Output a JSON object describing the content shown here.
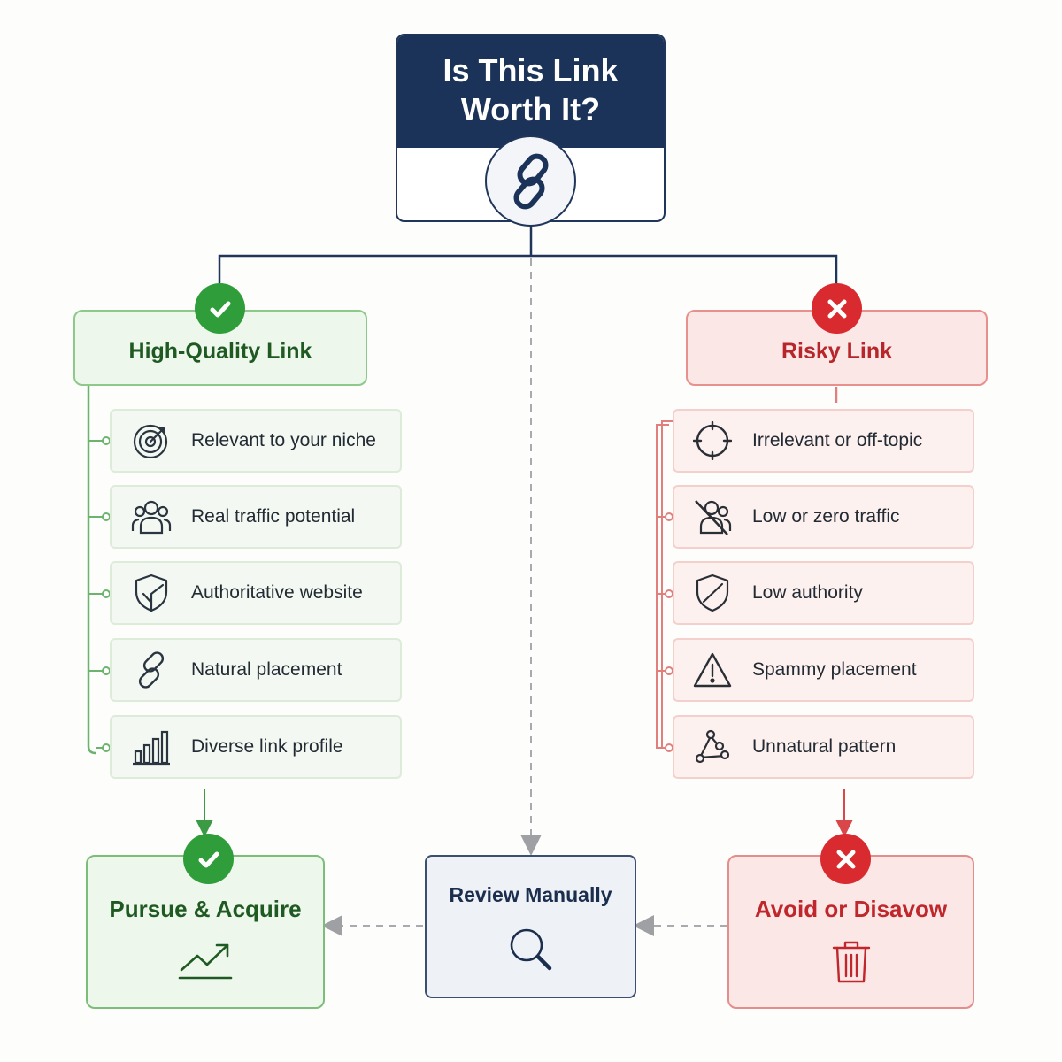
{
  "root": {
    "title_line1": "Is This Link",
    "title_line2": "Worth It?",
    "icon": "chain-link-icon"
  },
  "good": {
    "label": "High-Quality Link",
    "badge_icon": "check-icon",
    "color": "#2f9d3a",
    "items": [
      {
        "label": "Relevant to your niche",
        "icon": "target-icon"
      },
      {
        "label": "Real traffic potential",
        "icon": "users-icon"
      },
      {
        "label": "Authoritative website",
        "icon": "shield-check-icon"
      },
      {
        "label": "Natural placement",
        "icon": "link-icon"
      },
      {
        "label": "Diverse link profile",
        "icon": "bar-chart-icon"
      }
    ]
  },
  "bad": {
    "label": "Risky Link",
    "badge_icon": "x-icon",
    "color": "#d92b2f",
    "items": [
      {
        "label": "Irrelevant or off-topic",
        "icon": "crosshair-icon"
      },
      {
        "label": "Low or zero traffic",
        "icon": "users-off-icon"
      },
      {
        "label": "Low authority",
        "icon": "shield-slash-icon"
      },
      {
        "label": "Spammy placement",
        "icon": "warning-icon"
      },
      {
        "label": "Unnatural pattern",
        "icon": "network-icon"
      }
    ]
  },
  "outcomes": {
    "pursue": {
      "label": "Pursue & Acquire",
      "icon": "trend-up-icon"
    },
    "review": {
      "label": "Review Manually",
      "icon": "magnifier-icon"
    },
    "avoid": {
      "label": "Avoid or Disavow",
      "icon": "trash-icon"
    }
  },
  "colors": {
    "navy": "#1b3259",
    "green": "#2f9d3a",
    "red": "#d92b2f",
    "gray_dash": "#a9aaad"
  }
}
